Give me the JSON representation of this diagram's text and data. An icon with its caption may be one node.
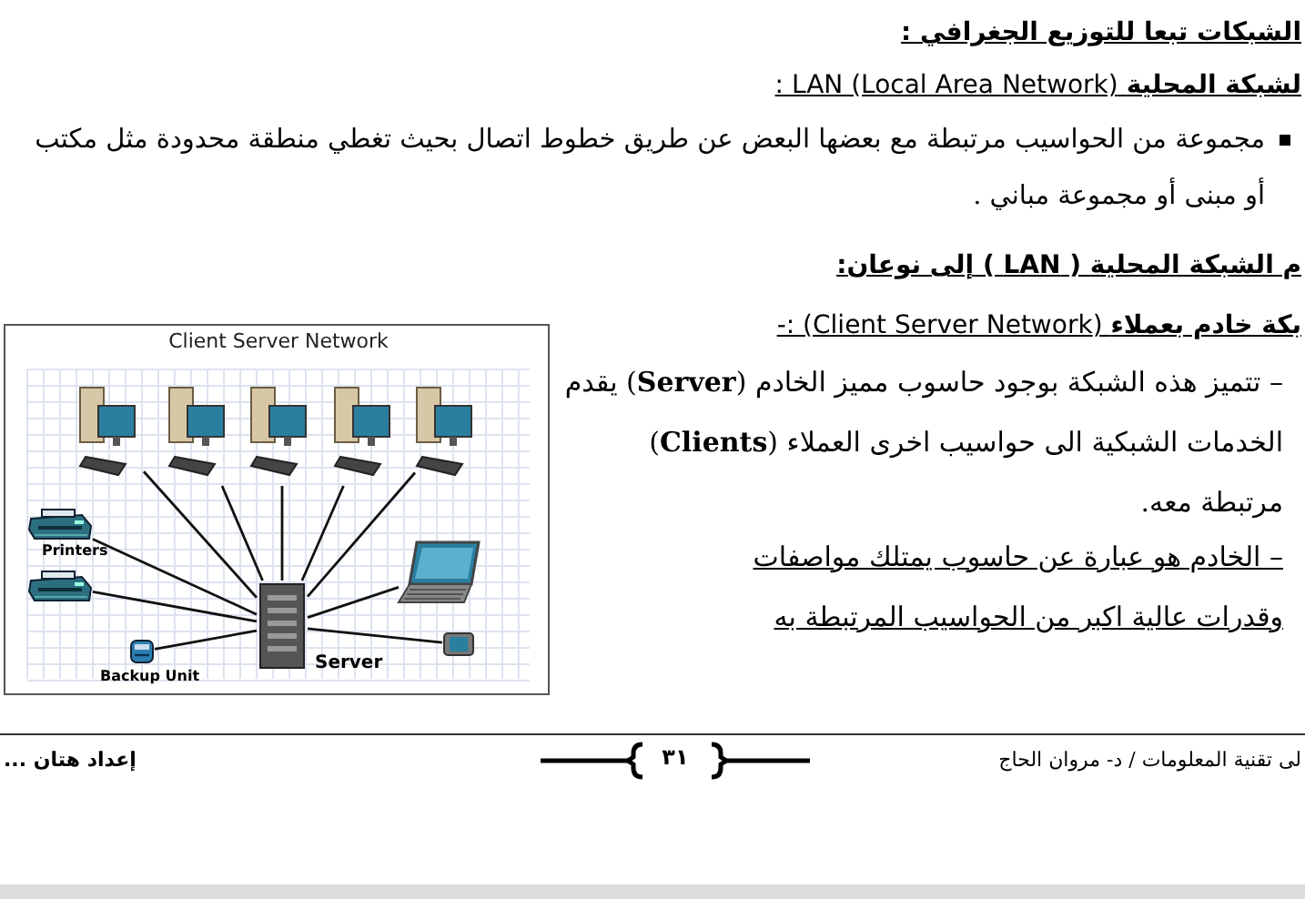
{
  "diagram": {
    "nodes": [
      {
        "text": [
          "Client Server Network"
        ]
      },
      {
        "text": [],
        "shape": "picture",
        "in": 0
      },
      {
        "text": [],
        "shape": "picture",
        "in": 0
      },
      {
        "text": [],
        "shape": "picture",
        "in": 0
      },
      {
        "text": [],
        "shape": "picture",
        "in": 0
      },
      {
        "text": [],
        "shape": "picture",
        "in": 0
      },
      {
        "text": [],
        "shape": "picture",
        "in": 0,
        "beside": [
          "Printers"
        ]
      },
      {
        "text": [],
        "shape": "picture",
        "in": 0
      },
      {
        "text": [],
        "shape": "picture",
        "in": 0
      },
      {
        "text": [],
        "shape": "picture",
        "in": 0,
        "beside": [
          "Server"
        ]
      },
      {
        "text": [],
        "shape": "picture",
        "in": 0,
        "beside": [
          "Backup Unit"
        ]
      },
      {
        "text": [],
        "shape": "picture",
        "in": 0
      }
    ],
    "edges": [
      {
        "from": 1,
        "to": 9,
        "arrow": "none"
      },
      {
        "from": 2,
        "to": 9,
        "arrow": "none"
      },
      {
        "from": 3,
        "to": 9,
        "arrow": "none"
      },
      {
        "from": 4,
        "to": 9,
        "arrow": "none"
      },
      {
        "from": 5,
        "to": 9,
        "arrow": "none"
      },
      {
        "from": 6,
        "to": 9,
        "arrow": "none"
      },
      {
        "from": 7,
        "to": 9,
        "arrow": "none"
      },
      {
        "from": 8,
        "to": 9,
        "arrow": "none"
      },
      {
        "from": 11,
        "to": 9,
        "arrow": "none"
      },
      {
        "from": 10,
        "to": 9,
        "arrow": "none"
      }
    ],
    "labels": [
      "الشبكات تبعا للتوزيع الجغرافي :",
      "**لشبكة المحلية** LAN (Local Area Network) :",
      "مجموعة من الحواسيب مرتبطة مع بعضها البعض عن طريق خطوط اتصال بحيث تغطي منطقة محدودة مثل مكتب أو مبنى أو مجموعة مباني .",
      "**م الشبكة المحلية** ( LAN ) **إلى نوعان**:",
      "**بكة خادم بعملاء** (Client Server Network) :-",
      "– تتميز هذه الشبكة بوجود حاسوب مميز الخادم (**Server**) يقدم الخدمات الشبكية الى حواسيب اخرى العملاء (**Clients**) مرتبطة معه.",
      "– الخادم هو عبارة عن حاسوب يمتلك مواصفات وقدرات عالية اكبر من الحواسيب المرتبطة به",
      "إعداد هتان ...",
      "٣١",
      "لى تقنية المعلومات / د- مروان الحاج"
    ]
  }
}
